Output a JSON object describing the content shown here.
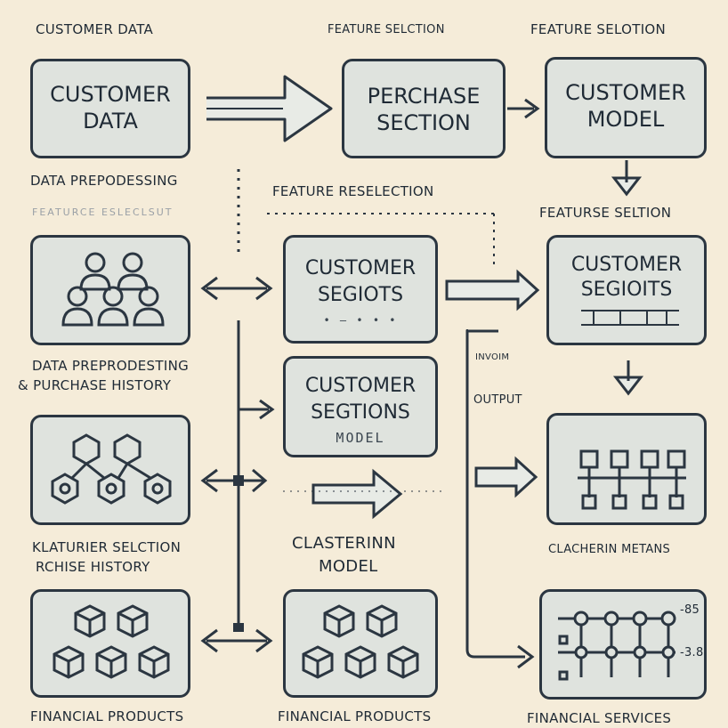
{
  "top_labels": {
    "customer_data": "CUSTOMER DATA",
    "feature_selection_mid": "FEATURE SELCTION",
    "feature_selection_right": "FEATURE SELOTION"
  },
  "boxes": {
    "customer_data": [
      "CUSTOMER",
      "DATA"
    ],
    "purchase_section": [
      "PERCHASE",
      "SECTION"
    ],
    "customer_model": [
      "CUSTOMER",
      "MODEL"
    ],
    "customer_segiots_mid": [
      "CUSTOMER",
      "SEGIOTS"
    ],
    "customer_segiots_mid_sub": "• — • • •",
    "customer_segiots_right": [
      "CUSTOMER",
      "SEGIOITS"
    ],
    "customer_segtions": [
      "CUSTOMER",
      "SEGTIONS"
    ],
    "customer_segtions_sub": "MODEL"
  },
  "labels": {
    "data_prepodessing": "DATA PREPODESSING",
    "feature_reselection": "FEATURE RESELECTION",
    "faint_feature": "FEATURCE ESLECLSUT",
    "featurse_seltion": "FEATURSE SELTION",
    "data_prep_purchase_1": "DATA PREPRODESTING",
    "data_prep_purchase_2": "& PURCHASE HISTORY",
    "input": "INVOIM",
    "output": "OUTPUT",
    "klaturier_1": "KLATURIER SELCTION",
    "klaturier_2": "RCHISE HISTORY",
    "clasterinn_1": "CLASTERINN",
    "clasterinn_2": "MODEL",
    "clacherin_metans": "CLACHERIN METANS",
    "financial_products_1": "FINANCIAL PRODUCTS",
    "financial_products_2": "FINANCIAL PRODUCTS",
    "financial_services": "FINANCIAL SERVICES",
    "value_top": "-85",
    "value_bottom": "-3.8"
  },
  "icons": [
    "people-group-icon",
    "cube-network-icon",
    "cube-stack-icon",
    "cube-stack-icon",
    "network-nodes-icon",
    "node-chain-icon"
  ],
  "colors": {
    "background": "#f5ecd9",
    "box_fill": "#dfe3de",
    "stroke": "#2b3641"
  }
}
